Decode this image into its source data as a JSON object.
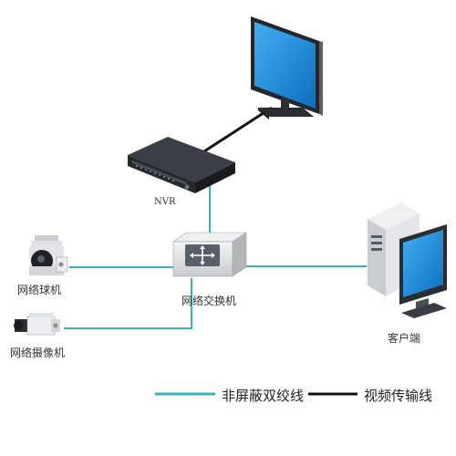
{
  "labels": {
    "nvr": "NVR",
    "switch": "网络交换机",
    "dome_camera": "网络球机",
    "box_camera": "网络摄像机",
    "client": "客户端"
  },
  "legend": {
    "utp": "非屏蔽双绞线",
    "video": "视频传输线"
  },
  "colors": {
    "utp_line": "#3ab3b6",
    "video_line": "#111111",
    "monitor_screen": "#1e8ad6",
    "device_dark": "#2e3136",
    "device_light": "#e6e8ea"
  }
}
